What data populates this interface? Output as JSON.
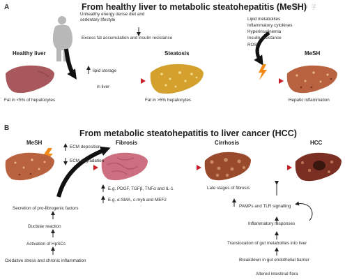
{
  "watermark": "日 科 学 中 子",
  "panel_a": {
    "letter": "A",
    "title": "From healthy liver to metabolic steatohepatitis (MeSH)",
    "risk_factors_line1": "Unhealthy energy dense diet and",
    "risk_factors_line2": "sedentary lifestyle",
    "fat_accumulation": "Excess fat accumulation and insulin resistance",
    "lipid_storage": "lipid storage",
    "in_liver": "in liver",
    "hits": [
      "Lipid metabolites",
      "Inflammatory cytokines",
      "Hyperinsulinemia",
      "Insulin resistance",
      "ROS"
    ],
    "healthy_label": "Healthy liver",
    "healthy_caption": "Fat in <5% of hepatocytes",
    "steatosis_label": "Steatosis",
    "steatosis_caption": "Fat in >5% hepatocytes",
    "mesh_label": "MeSH",
    "mesh_caption": "Hepatic inflammation"
  },
  "panel_b": {
    "letter": "B",
    "title": "From metabolic steatohepatitis to liver cancer (HCC)",
    "mesh_label": "MeSH",
    "fibrosis_label": "Fibrosis",
    "cirrhosis_label": "Cirrhosis",
    "hcc_label": "HCC",
    "ecm_deposition": "ECM deposition",
    "ecm_degradation": "ECM degradation",
    "fibro_factors_1": "E.g. PDGF, TGFβ, TNFα and IL-1",
    "fibro_factors_2": "E.g. α-SMA, c-myb and MEF2",
    "cirrhosis_caption": "Late stages of fibrosis",
    "left_chain": [
      "Secretion of pro-fibrogenic factors",
      "Ductular reaction",
      "Activation of HpSCs",
      "Oxidative stress and chronic inflammation"
    ],
    "right_chain": [
      "PAMPs and TLR signalling",
      "Inflammatory responses",
      "Translocation of gut metabolites into liver",
      "Breakdown in gut endothelial barrier",
      "Altered intestinal flora"
    ]
  },
  "colors": {
    "arrow_red": "#c8202a",
    "healthy_liver": "#a8585d",
    "steatosis_liver": "#d4a12e",
    "mesh_liver": "#b9623f",
    "fibrosis_liver": "#cc6f80",
    "cirrhosis_liver": "#9a4a2c",
    "hcc_liver": "#7a2f22",
    "lightning": "#f28a1a",
    "person": "#b8b8b8"
  }
}
